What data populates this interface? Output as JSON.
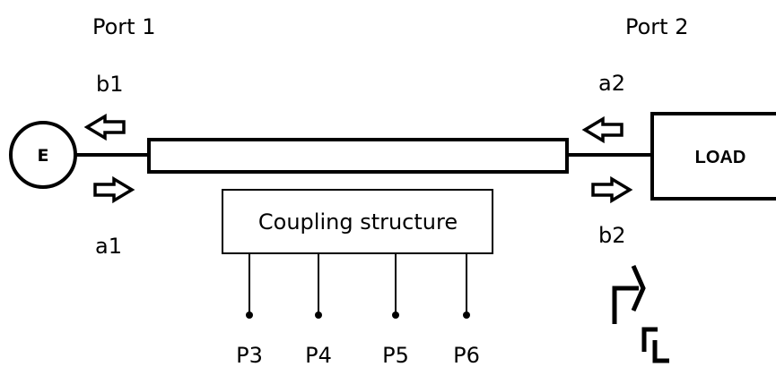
{
  "ports": {
    "port1": "Port 1",
    "port2": "Port 2"
  },
  "waves": {
    "b1": "b1",
    "a1": "a1",
    "a2": "a2",
    "b2": "b2"
  },
  "source": {
    "label": "E"
  },
  "load": {
    "label": "LOAD"
  },
  "coupling": {
    "label": "Coupling structure",
    "probes": [
      "P3",
      "P4",
      "P5",
      "P6"
    ]
  },
  "reflection": {
    "gamma_symbol": "Γ",
    "gamma_load_subscript": "L"
  }
}
